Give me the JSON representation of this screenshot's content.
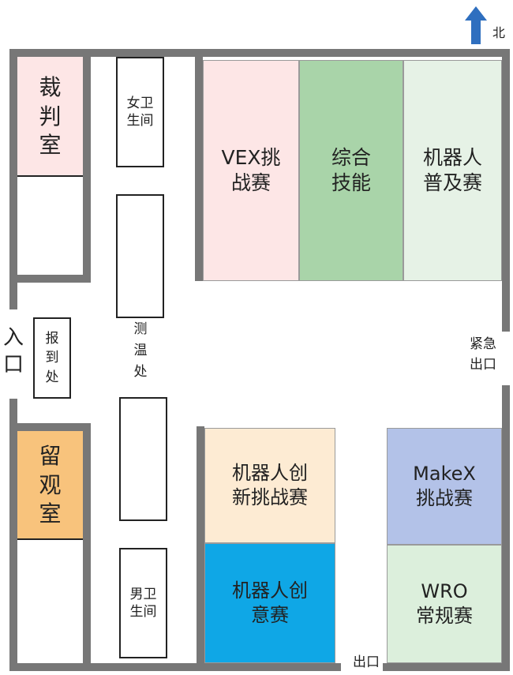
{
  "compass": {
    "label": "北"
  },
  "rooms": {
    "referee": {
      "label": "裁\n判\n室",
      "color": "#fde6e6"
    },
    "viewing": {
      "label": "留\n观\n室",
      "color": "#f8c37c"
    },
    "female_restroom": {
      "label": "女卫\n生间"
    },
    "male_restroom": {
      "label": "男卫\n生间"
    },
    "registration": {
      "label": "报\n到\n处"
    },
    "temperature": {
      "label": "测\n温\n处"
    },
    "vex": {
      "label": "VEX挑\n战赛",
      "color": "#fde6e6"
    },
    "skills": {
      "label": "综合\n技能",
      "color": "#a9d4a9"
    },
    "popular": {
      "label": "机器人\n普及赛",
      "color": "#e6f2e6"
    },
    "innovation_challenge": {
      "label": "机器人创\n新挑战赛",
      "color": "#fdebd3"
    },
    "innovation": {
      "label": "机器人创\n意赛",
      "color": "#0fa7e6"
    },
    "makex": {
      "label": "MakeX\n挑战赛",
      "color": "#b3c2e8"
    },
    "wro": {
      "label": "WRO\n常规赛",
      "color": "#dcefdc"
    }
  },
  "labels": {
    "entrance": "入\n口",
    "emergency_exit": "紧急\n出口",
    "exit": "出口"
  },
  "colors": {
    "wall": "#777777",
    "arrow": "#2f6fbf"
  }
}
